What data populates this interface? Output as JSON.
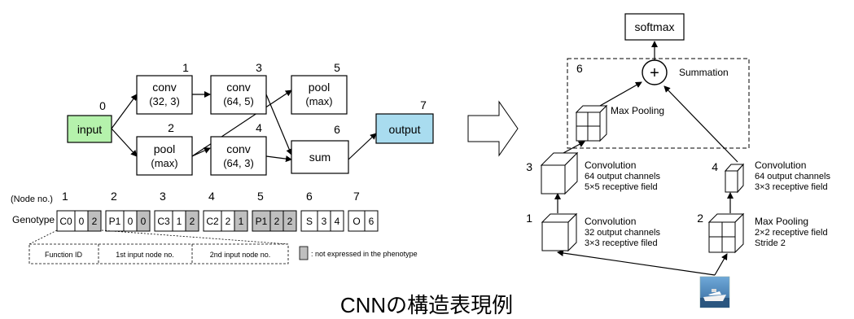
{
  "graph": {
    "nodes": [
      {
        "id": "0",
        "line1": "input",
        "line2": ""
      },
      {
        "id": "1",
        "line1": "conv",
        "line2": "(32, 3)"
      },
      {
        "id": "2",
        "line1": "pool",
        "line2": "(max)"
      },
      {
        "id": "3",
        "line1": "conv",
        "line2": "(64, 5)"
      },
      {
        "id": "4",
        "line1": "conv",
        "line2": "(64, 3)"
      },
      {
        "id": "5",
        "line1": "pool",
        "line2": "(max)"
      },
      {
        "id": "6",
        "line1": "sum",
        "line2": ""
      },
      {
        "id": "7",
        "line1": "output",
        "line2": ""
      }
    ],
    "colors": {
      "input": "#b5f2ac",
      "output": "#a9dcef",
      "inactive": "#bfbfbf"
    }
  },
  "genotype": {
    "node_no_label": "(Node no.)",
    "row_label": "Genotype",
    "groups": [
      {
        "node": "1",
        "cells": [
          {
            "v": "C0",
            "g": false
          },
          {
            "v": "0",
            "g": false
          },
          {
            "v": "2",
            "g": true
          }
        ]
      },
      {
        "node": "2",
        "cells": [
          {
            "v": "P1",
            "g": false
          },
          {
            "v": "0",
            "g": false
          },
          {
            "v": "0",
            "g": true
          }
        ]
      },
      {
        "node": "3",
        "cells": [
          {
            "v": "C3",
            "g": false
          },
          {
            "v": "1",
            "g": false
          },
          {
            "v": "2",
            "g": true
          }
        ]
      },
      {
        "node": "4",
        "cells": [
          {
            "v": "C2",
            "g": false
          },
          {
            "v": "2",
            "g": false
          },
          {
            "v": "1",
            "g": true
          }
        ]
      },
      {
        "node": "5",
        "cells": [
          {
            "v": "P1",
            "g": true
          },
          {
            "v": "2",
            "g": true
          },
          {
            "v": "2",
            "g": true
          }
        ]
      },
      {
        "node": "6",
        "cells": [
          {
            "v": "S",
            "g": false
          },
          {
            "v": "3",
            "g": false
          },
          {
            "v": "4",
            "g": false
          }
        ]
      },
      {
        "node": "7",
        "cells": [
          {
            "v": "O",
            "g": false
          },
          {
            "v": "6",
            "g": false
          }
        ]
      }
    ],
    "legend": [
      "Function ID",
      "1st input node no.",
      "2nd input node no."
    ],
    "gray_note": ": not expressed in the phenotype"
  },
  "network": {
    "softmax": "softmax",
    "block_no": "6",
    "plus": "+",
    "summation": "Summation",
    "max_pooling": "Max Pooling",
    "layers": [
      {
        "no": "3",
        "l1": "Convolution",
        "l2": "64 output channels",
        "l3": "5×5 receptive field"
      },
      {
        "no": "4",
        "l1": "Convolution",
        "l2": "64 output channels",
        "l3": "3×3 receptive field"
      },
      {
        "no": "1",
        "l1": "Convolution",
        "l2": "32 output channels",
        "l3": "3×3 receptive filed"
      },
      {
        "no": "2",
        "l1": "Max Pooling",
        "l2": "2×2 receptive field",
        "l3": "Stride  2"
      }
    ]
  },
  "caption": "CNNの構造表現例"
}
